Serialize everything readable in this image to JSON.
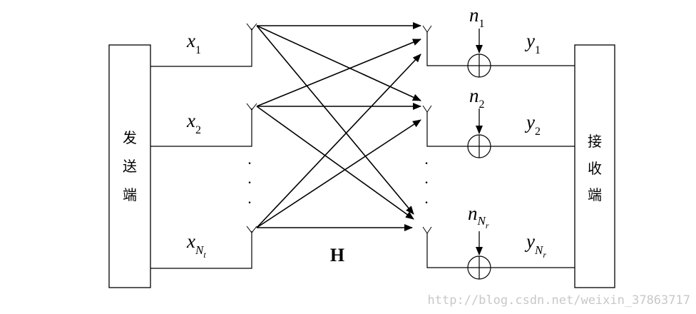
{
  "transmitter": {
    "chars": [
      "发",
      "送",
      "端"
    ]
  },
  "receiver": {
    "chars": [
      "接",
      "收",
      "端"
    ]
  },
  "inputs": [
    {
      "base": "x",
      "sub": "1",
      "sub2": ""
    },
    {
      "base": "x",
      "sub": "2",
      "sub2": ""
    },
    {
      "base": "x",
      "sub": "N",
      "sub2": "t"
    }
  ],
  "noises": [
    {
      "base": "n",
      "sub": "1",
      "sub2": ""
    },
    {
      "base": "n",
      "sub": "2",
      "sub2": ""
    },
    {
      "base": "n",
      "sub": "N",
      "sub2": "r"
    }
  ],
  "outputs": [
    {
      "base": "y",
      "sub": "1",
      "sub2": ""
    },
    {
      "base": "y",
      "sub": "2",
      "sub2": ""
    },
    {
      "base": "y",
      "sub": "N",
      "sub2": "r"
    }
  ],
  "channel": {
    "label": "H"
  },
  "dots": [
    "·",
    "·",
    "·"
  ],
  "watermark": "http://blog.csdn.net/weixin_37863717"
}
